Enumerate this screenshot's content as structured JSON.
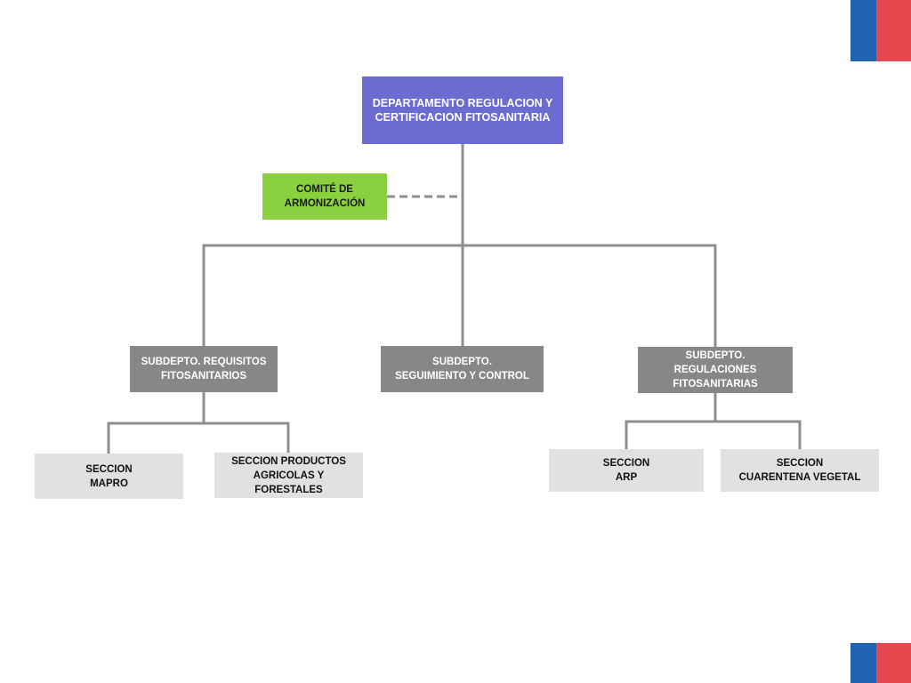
{
  "colors": {
    "root_fill": "#6b6bd0",
    "committee_fill": "#8bd13f",
    "subdept_fill": "#878787",
    "section_fill": "#e1e1e1",
    "connector": "#8e8e8e",
    "flag_blue": "#1f63b1",
    "flag_red": "#e4474e"
  },
  "org_chart": {
    "root": {
      "label": "DEPARTAMENTO REGULACION Y\nCERTIFICACION FITOSANITARIA"
    },
    "committee": {
      "label": "COMITÉ DE\nARMONIZACIÓN",
      "link_style": "dashed"
    },
    "subdepartments": [
      {
        "label": "SUBDEPTO. REQUISITOS\nFITOSANITARIOS",
        "sections": [
          {
            "label": "SECCION\nMAPRO"
          },
          {
            "label": "SECCION PRODUCTOS\nAGRICOLAS Y FORESTALES"
          }
        ]
      },
      {
        "label": "SUBDEPTO.\nSEGUIMIENTO Y CONTROL",
        "sections": []
      },
      {
        "label": "SUBDEPTO. REGULACIONES\nFITOSANITARIAS",
        "sections": [
          {
            "label": "SECCION\nARP"
          },
          {
            "label": "SECCION\nCUARENTENA VEGETAL"
          }
        ]
      }
    ]
  }
}
